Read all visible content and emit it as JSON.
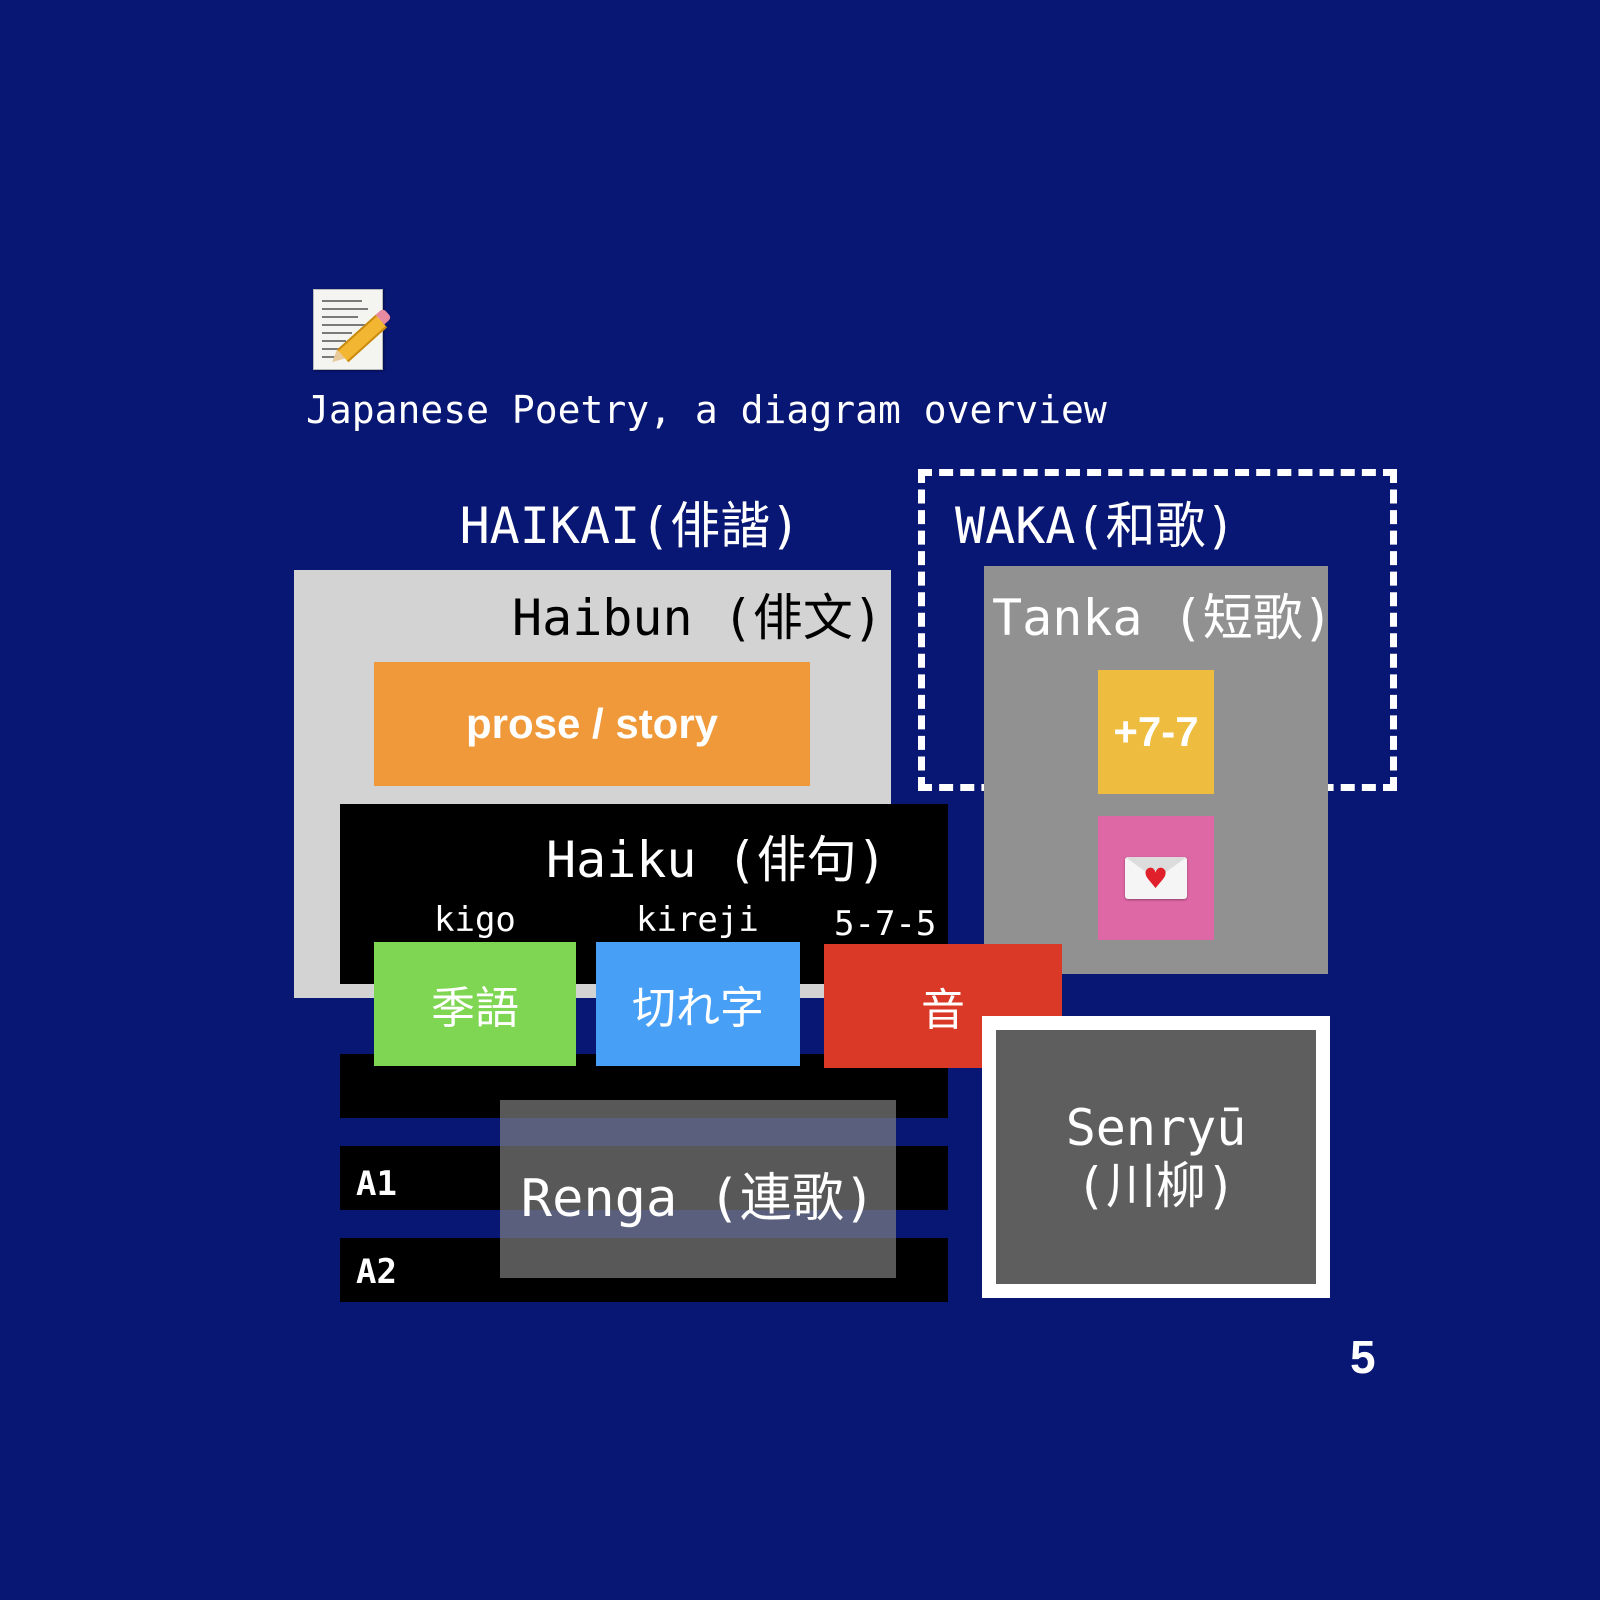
{
  "icon": "notepad-with-pencil-icon",
  "title": "Japanese Poetry, a diagram overview",
  "haikai": {
    "label": "HAIKAI(俳諧)"
  },
  "waka": {
    "label": "WAKA(和歌)"
  },
  "haibun": {
    "label": "Haibun (俳文)",
    "prose": "prose / story"
  },
  "tanka": {
    "label": "Tanka (短歌)",
    "extension": "+7-7",
    "symbol": "love-letter-icon"
  },
  "haiku": {
    "label": "Haiku (俳句)",
    "elements": [
      {
        "label": "kigo",
        "value": "季語"
      },
      {
        "label": "kireji",
        "value": "切れ字"
      },
      {
        "label": "5-7-5",
        "value": "音"
      }
    ]
  },
  "renga": {
    "label": "Renga (連歌)",
    "rows": [
      "A1",
      "A2"
    ]
  },
  "senryu": {
    "line1": "Senryū",
    "line2": "(川柳)"
  },
  "page_number": "5",
  "colors": {
    "background": "#081674",
    "haibun": "#d3d3d3",
    "prose": "#f0993a",
    "tanka": "#919191",
    "extension": "#eebd40",
    "love": "#de67a5",
    "kigo": "#7fd653",
    "kireji": "#48a0f6",
    "on": "#d93926",
    "senryu": "#5e5e5e"
  }
}
